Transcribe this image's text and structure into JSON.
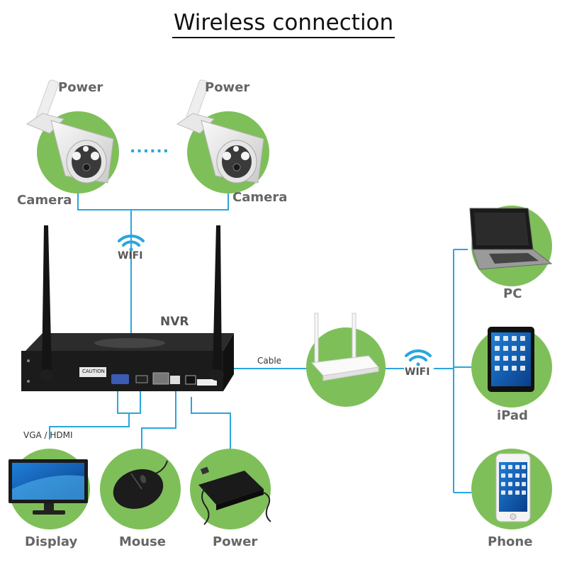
{
  "title": "Wireless connection",
  "labels": {
    "power_top_left": "Power",
    "power_top_right": "Power",
    "camera_left": "Camera",
    "camera_right": "Camera",
    "dots": "......",
    "wifi_cameras": "WIFI",
    "nvr": "NVR",
    "cable": "Cable",
    "wifi_devices": "WIFI",
    "vga_hdmi": "VGA / HDMI",
    "pc": "PC",
    "ipad": "iPad",
    "phone": "Phone",
    "display": "Display",
    "mouse": "Mouse",
    "power_bottom": "Power",
    "caution": "CAUTION"
  },
  "colors": {
    "circle_green": "#7fbf5a",
    "line_blue": "#29a6dd",
    "label_grey": "#666666"
  },
  "icons": [
    "wifi-icon",
    "camera-icon",
    "router-icon",
    "laptop-icon",
    "tablet-icon",
    "phone-icon",
    "monitor-icon",
    "mouse-icon",
    "power-adapter-icon"
  ]
}
